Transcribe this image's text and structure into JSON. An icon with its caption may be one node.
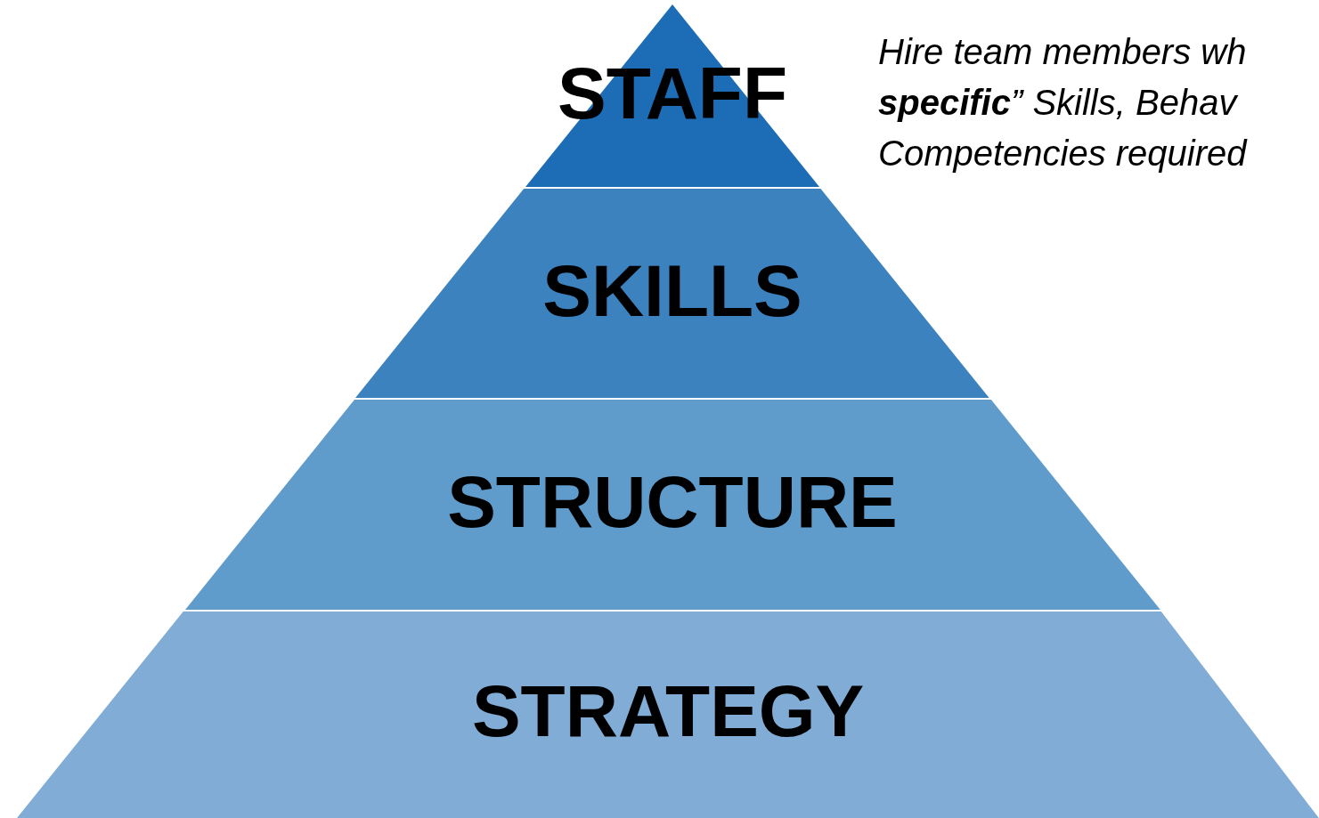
{
  "diagram": {
    "nodes": [
      {
        "text": [
          "STAFF"
        ]
      },
      {
        "text": [
          "SKILLS"
        ]
      },
      {
        "text": [
          "STRUCTURE"
        ]
      },
      {
        "text": [
          "STRATEGY"
        ]
      }
    ],
    "labels": [
      "Hire team members wh **specific**” Skills, Behav Competencies required"
    ]
  }
}
